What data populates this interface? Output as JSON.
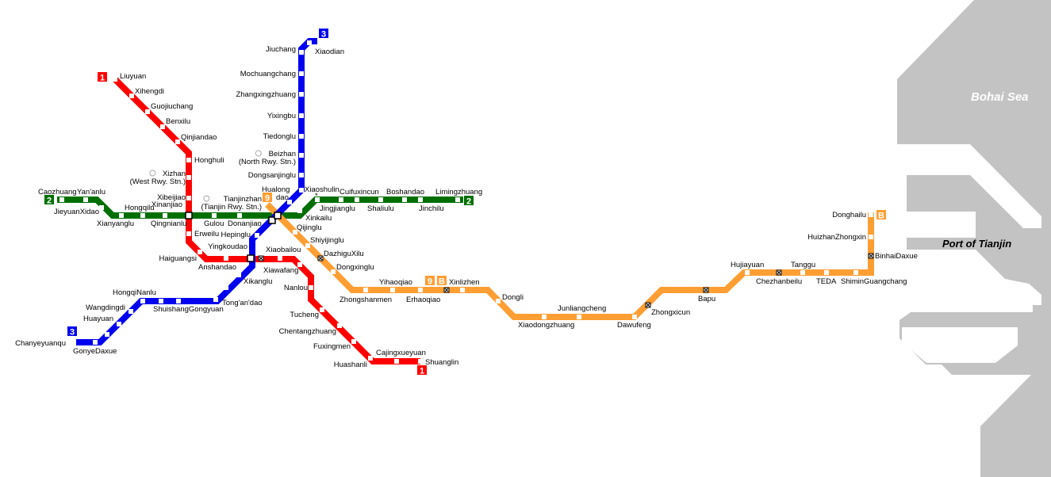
{
  "map": {
    "sea_label": "Bohai Sea",
    "port_label": "Port of Tianjin",
    "colors": {
      "sea": "#c3c3c3",
      "line1": "#ff0000",
      "line2": "#006f00",
      "line3": "#0000f0",
      "line9": "#ff9e33"
    }
  },
  "lines": [
    {
      "id": "line-1",
      "badge": "1"
    },
    {
      "id": "line-2",
      "badge": "2"
    },
    {
      "id": "line-3",
      "badge": "3"
    },
    {
      "id": "line-9",
      "badge": "9"
    },
    {
      "id": "line-b",
      "badge": "B"
    }
  ],
  "stations": [
    {
      "name": "Liuyuan"
    },
    {
      "name": "Xihengdi"
    },
    {
      "name": "Guojiuchang"
    },
    {
      "name": "Benxilu"
    },
    {
      "name": "Qinjiandao"
    },
    {
      "name": "Honghuli"
    },
    {
      "name": "Xizhan",
      "note": "(West Rwy. Stn.)"
    },
    {
      "name": "Xibeijiao"
    },
    {
      "name": "Xinanjiao"
    },
    {
      "name": "Erweilu"
    },
    {
      "name": "Haiguangsi"
    },
    {
      "name": "Anshandao"
    },
    {
      "name": "Yingkoudao"
    },
    {
      "name": "Xiaobailou"
    },
    {
      "name": "Xiawafang"
    },
    {
      "name": "Nanlou"
    },
    {
      "name": "Tucheng"
    },
    {
      "name": "Chentangzhuang"
    },
    {
      "name": "Fuxingmen"
    },
    {
      "name": "Huashanli"
    },
    {
      "name": "Cajingxueyuan"
    },
    {
      "name": "Shuanglin"
    },
    {
      "name": "Caozhuang"
    },
    {
      "name": "Yan'anlu"
    },
    {
      "name": "JieyuanXidao"
    },
    {
      "name": "Xianyanglu"
    },
    {
      "name": "Hongqilu"
    },
    {
      "name": "Qingnianlu"
    },
    {
      "name": "Gulou"
    },
    {
      "name": "Donanjiao"
    },
    {
      "name": "Tianjinzhan",
      "note": "(Tianjin Rwy. Stn.)"
    },
    {
      "name": "Xinkailu"
    },
    {
      "name": "Jingjianglu"
    },
    {
      "name": "Cuifuxincun"
    },
    {
      "name": "Shaliulu"
    },
    {
      "name": "Boshandao"
    },
    {
      "name": "Jinchilu"
    },
    {
      "name": "Limingzhuang"
    },
    {
      "name": "Xiaodian"
    },
    {
      "name": "Jiuchang"
    },
    {
      "name": "Mochuangchang"
    },
    {
      "name": "Zhangxingzhuang"
    },
    {
      "name": "Yixingbu"
    },
    {
      "name": "Tiedonglu"
    },
    {
      "name": "Beizhan",
      "note": "(North Rwy. Stn.)"
    },
    {
      "name": "Dongsanjinglu"
    },
    {
      "name": "Xiaoshulin"
    },
    {
      "name": "Hualong",
      "note": "dao"
    },
    {
      "name": "Hepinglu"
    },
    {
      "name": "Xikanglu"
    },
    {
      "name": "Tong'an'dao"
    },
    {
      "name": "ShuishangGongyuan"
    },
    {
      "name": "HongqiNanlu"
    },
    {
      "name": "Wangdingdi"
    },
    {
      "name": "Huayuan"
    },
    {
      "name": "GonyeDaxue"
    },
    {
      "name": "Chanyeyuanqu"
    },
    {
      "name": "Qijinglu"
    },
    {
      "name": "Shiyijinglu"
    },
    {
      "name": "DazhiguXilu"
    },
    {
      "name": "Dongxinglu"
    },
    {
      "name": "Zhongshanmen"
    },
    {
      "name": "Yihaoqiao"
    },
    {
      "name": "Erhaoqiao"
    },
    {
      "name": "Xinlizhen"
    },
    {
      "name": "Dongli"
    },
    {
      "name": "Xiaodongzhuang"
    },
    {
      "name": "Junliangcheng"
    },
    {
      "name": "Dawufeng"
    },
    {
      "name": "Zhongxicun"
    },
    {
      "name": "Bapu"
    },
    {
      "name": "Hujiayuan"
    },
    {
      "name": "Chezhanbeilu"
    },
    {
      "name": "Tanggu"
    },
    {
      "name": "TEDA"
    },
    {
      "name": "ShiminGuangchang"
    },
    {
      "name": "BinhaiDaxue"
    },
    {
      "name": "HuizhanZhongxin"
    },
    {
      "name": "Donghailu"
    }
  ]
}
